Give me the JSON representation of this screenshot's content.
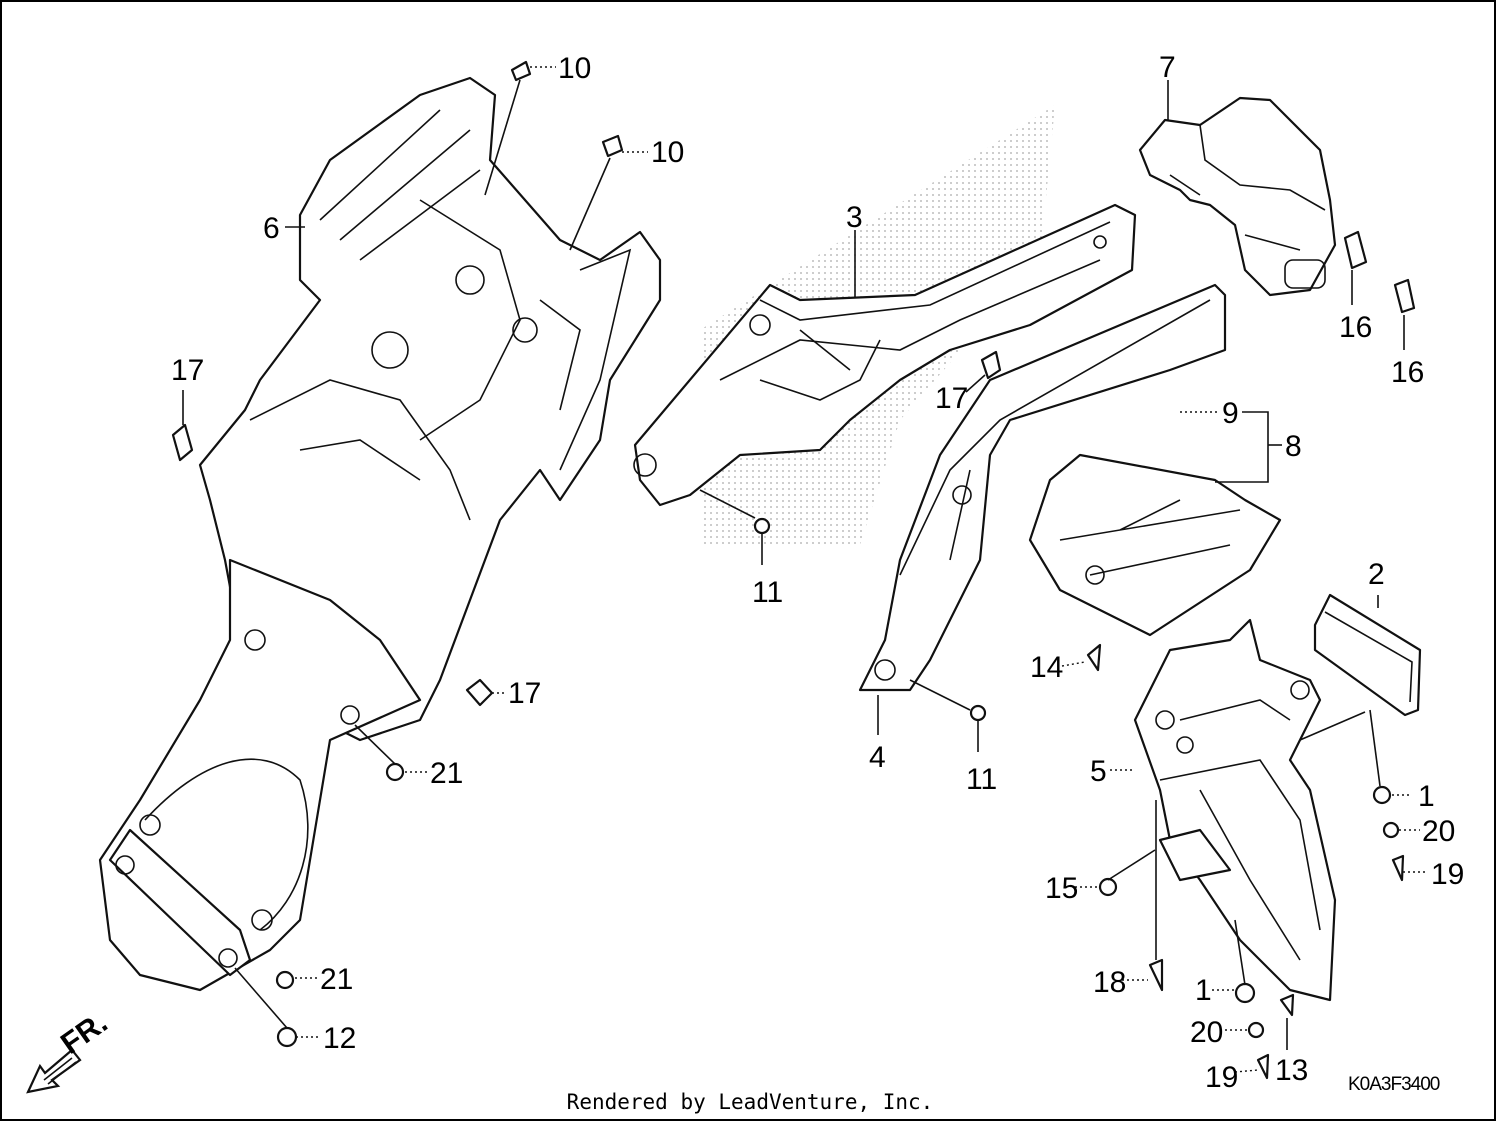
{
  "callouts": [
    "10",
    "10",
    "6",
    "17",
    "17",
    "21",
    "21",
    "12",
    "3",
    "11",
    "17",
    "7",
    "16",
    "16",
    "9",
    "8",
    "4",
    "11",
    "14",
    "2",
    "5",
    "1",
    "20",
    "19",
    "15",
    "18",
    "1",
    "20",
    "19",
    "13"
  ],
  "direction": "FR.",
  "diagram_code": "K0A3F3400",
  "footer": "Rendered by LeadVenture, Inc."
}
